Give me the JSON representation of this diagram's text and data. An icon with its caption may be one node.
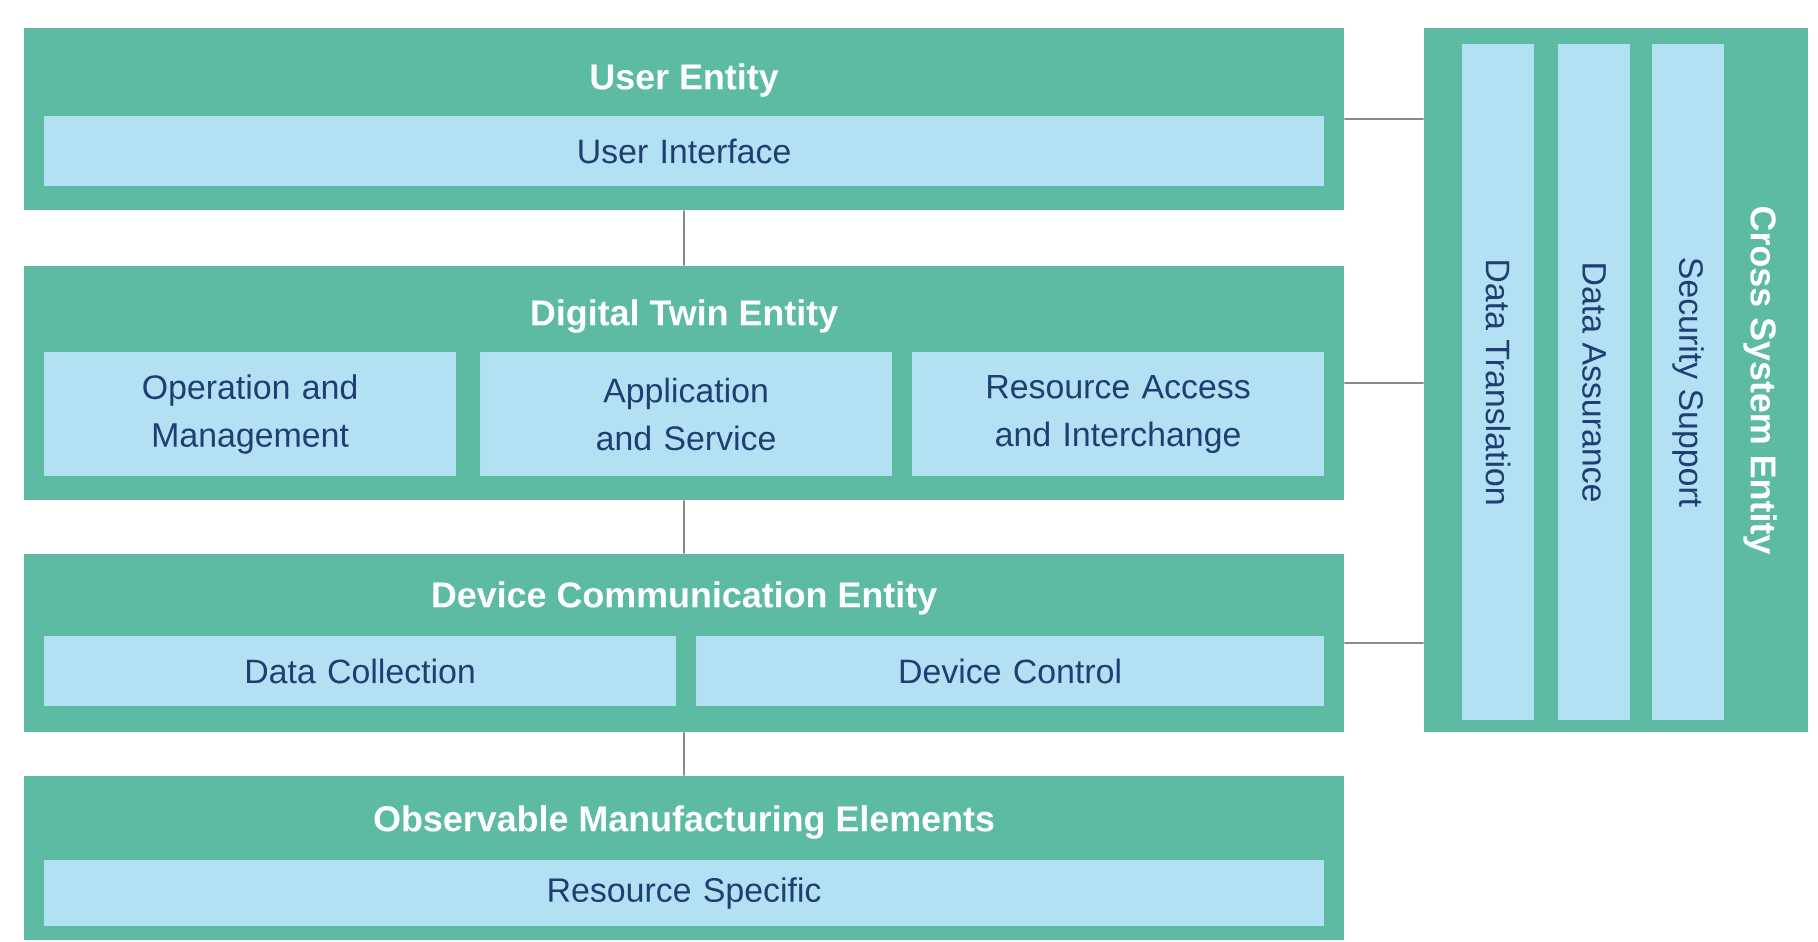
{
  "diagram": {
    "nodes": [
      {
        "text": [
          "User Entity"
        ]
      },
      {
        "text": [
          "User Interface"
        ],
        "in": 0
      },
      {
        "text": [
          "Digital Twin Entity"
        ]
      },
      {
        "text": [
          "Operation and Management"
        ],
        "in": 2
      },
      {
        "text": [
          "Application and Service"
        ],
        "in": 2
      },
      {
        "text": [
          "Resource Access and Interchange"
        ],
        "in": 2
      },
      {
        "text": [
          "Device Communication Entity"
        ]
      },
      {
        "text": [
          "Data Collection"
        ],
        "in": 6
      },
      {
        "text": [
          "Device Control"
        ],
        "in": 6
      },
      {
        "text": [
          "Observable Manufacturing Elements"
        ]
      },
      {
        "text": [
          "Resource Specific"
        ],
        "in": 9
      },
      {
        "text": [
          "Cross System Entity"
        ]
      },
      {
        "text": [
          "Data Translation"
        ],
        "in": 11
      },
      {
        "text": [
          "Data Assurance"
        ],
        "in": 11
      },
      {
        "text": [
          "Security Support"
        ],
        "in": 11
      }
    ],
    "edges": [
      {
        "from": 0,
        "to": 2,
        "arrow": "none"
      },
      {
        "from": 2,
        "to": 6,
        "arrow": "none"
      },
      {
        "from": 6,
        "to": 9,
        "arrow": "none"
      },
      {
        "from": 0,
        "to": 11,
        "arrow": "none"
      },
      {
        "from": 2,
        "to": 11,
        "arrow": "none"
      },
      {
        "from": 6,
        "to": 11,
        "arrow": "none"
      }
    ]
  }
}
